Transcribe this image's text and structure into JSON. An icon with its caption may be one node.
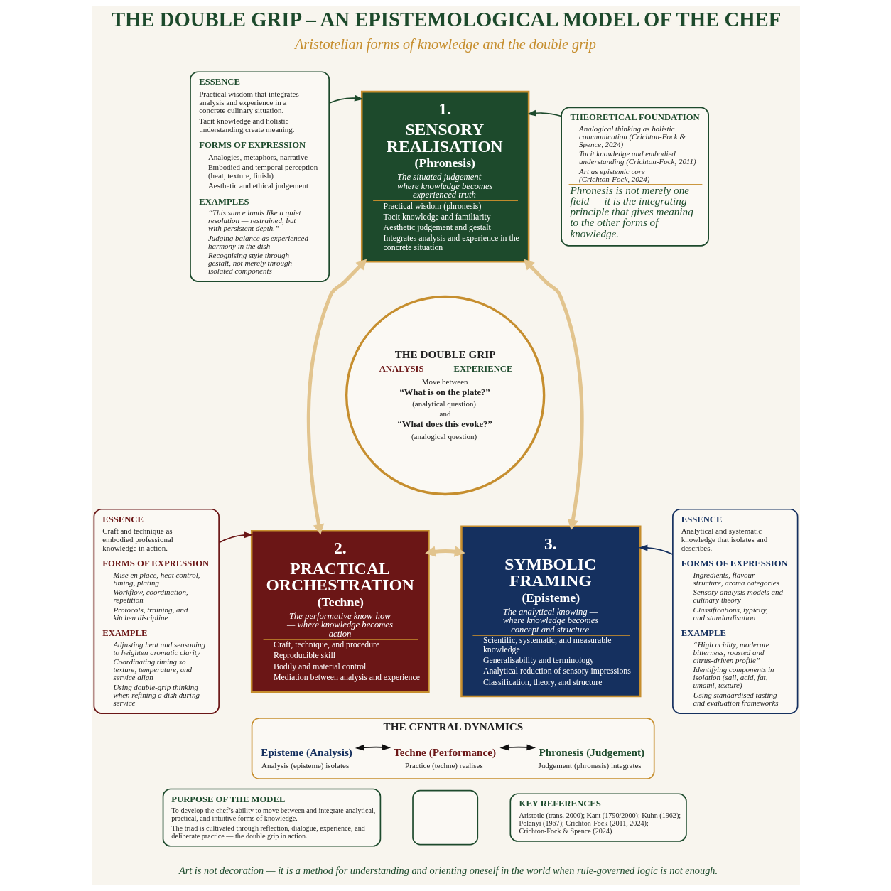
{
  "diagram": {
    "title": "THE DOUBLE GRIP – AN EPISTEMOLOGICAL MODEL OF THE CHEF",
    "caption": "Art is not decoration — it is a method for understanding and orienting oneself in the world when rule-governed logic is not enough.",
    "nodes": [
      {
        "text": [
          "ESSENCE",
          "Practical wisdom that integrates analysis and experience in a concrete culinary situation.",
          "Tacit knowledge and holistic understanding create meaning.",
          "FORMS OF EXPRESSION",
          "Analogies, metaphors, narrative",
          "Embodied and temporal perception (heat, texture, finish)",
          "Aesthetic and ethical judgement",
          "EXAMPLES",
          "“This sauce lands like a quiet resolution — restrained, but with persistent depth.”",
          "Judging balance as experienced harmony in the dish",
          "Recognising style through gestalt, not merely through isolated components"
        ]
      },
      {
        "text": [
          "1.",
          "SENSORY REALISATION",
          "(Phronesis)",
          "The situated judgement — where knowledge becomes experienced truth",
          "Practical wisdom (phronesis)",
          "Tacit knowledge and familiarity",
          "Aesthetic judgement and gestalt",
          "Integrates analysis and experience in the concrete situation"
        ]
      },
      {
        "text": [
          "THEORETICAL FOUNDATION",
          "Analogical thinking as holistic communication (Crichton-Fock & Spence, 2024)",
          "Tacit knowledge and embodied understanding (Crichton-Fock, 2011)",
          "Art as epistemic core (Crichton-Fock, 2024)",
          "Phronesis is not merely one field — it is the integrating principle that gives meaning to the other forms of knowledge."
        ]
      },
      {
        "text": [
          "ESSENCE",
          "Craft and technique as embodied professional knowledge in action.",
          "FORMS OF EXPRESSION",
          "Mise en place, heat control, timing, plating",
          "Workflow, coordination, repetition",
          "Protocols, training, and kitchen discipline",
          "EXAMPLE",
          "Adjusting heat and seasoning to heighten aromatic clarity",
          "Coordinating timing so texture, temperature, and service align",
          "Using double-grip thinking when refining a dish during service"
        ]
      },
      {
        "text": [
          "THE DOUBLE GRIP",
          "ANALYSIS",
          "EXPERIENCE",
          "Move between",
          "“What is on the plate?”",
          "(analytical question)",
          "and",
          "“What does this evoke?”",
          "(analogical question)"
        ]
      },
      {
        "text": [
          "2.",
          "PRACTICAL ORCHESTRATION",
          "(Techne)",
          "The performative know-how — where knowledge becomes action",
          "Craft, technique, and procedure",
          "Reproducible skill",
          "Bodily and material control",
          "Mediation between analysis and experience"
        ]
      },
      {
        "text": [
          "3.",
          "SYMBOLIC FRAMING",
          "(Episteme)",
          "The analytical knowing — where knowledge becomes concept and structure",
          "Scientific, systematic, and measurable knowledge",
          "Generalisability and terminology",
          "Analytical reduction of sensory impressions",
          "Classification, theory, and structure"
        ]
      },
      {
        "text": [
          "ESSENCE",
          "Analytical and systematic knowledge that isolates and describes.",
          "FORMS OF EXPRESSION",
          "Ingredients, flavour structure, aroma categories",
          "Sensory analysis models and culinary theory",
          "Classifications, typicity, and standardisation",
          "EXAMPLE",
          "“High acidity, moderate bitterness, roasted and citrus-driven profile”",
          "Identifying components in isolation (sall, acid, fat, umami, texture)",
          "Using standardised tasting and evaluation frameworks"
        ]
      },
      {
        "text": [
          "THE CENTRAL DYNAMICS"
        ]
      },
      {
        "text": [
          "Episteme (Analysis)",
          "Analysis (episteme) isolates"
        ],
        "in": 8
      },
      {
        "text": [
          "Techne (Performance)",
          "Practice (techne) realises"
        ],
        "in": 8
      },
      {
        "text": [
          "Phronesis (Judgement)",
          "Judgement (phronesis) integrates"
        ],
        "in": 8
      },
      {
        "text": [
          "PURPOSE OF THE MODEL",
          "To develop the chef’s ability to move between and integrate analytical, practical, and intuitive forms of knowledge.",
          "The triad is cultivated through reflection, dialogue, experience, and deliberate practice — the double grip in action."
        ]
      },
      {
        "text": [],
        "shape": "box"
      },
      {
        "text": [
          "KEY REFERENCES",
          "Aristotle (trans. 2000); Kant (1790/2000); Kuhn (1962); Polanyi (1967); Crichton-Fock (2011, 2024); Crichton-Fock & Spence (2024)"
        ]
      }
    ],
    "edges": [
      {
        "from": 0,
        "to": 1,
        "arrow": "to",
        "color": "#1d4a2c"
      },
      {
        "from": 2,
        "to": 1,
        "arrow": "to",
        "color": "#1d4a2c"
      },
      {
        "from": 3,
        "to": 5,
        "arrow": "to",
        "color": "#6b1616"
      },
      {
        "from": 7,
        "to": 6,
        "arrow": "to",
        "color": "#15305f"
      },
      {
        "from": 1,
        "to": 5,
        "arrow": "both",
        "style": "thick",
        "color": "#e2c48e"
      },
      {
        "from": 1,
        "to": 6,
        "arrow": "both",
        "style": "thick",
        "color": "#e2c48e"
      },
      {
        "from": 5,
        "to": 6,
        "arrow": "both",
        "style": "thick",
        "color": "#e2c48e"
      },
      {
        "from": 9,
        "to": 10,
        "arrow": "both",
        "color": "#111111"
      },
      {
        "from": 10,
        "to": 11,
        "arrow": "both",
        "color": "#111111"
      }
    ],
    "labels": [
      "Aristotelian forms of knowledge and the double grip"
    ]
  }
}
